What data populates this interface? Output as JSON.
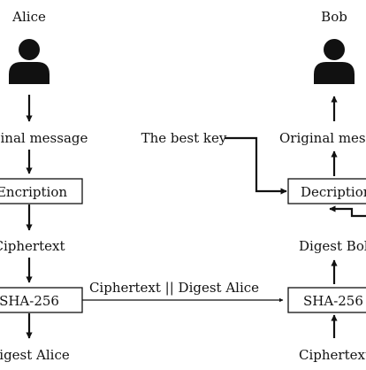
{
  "alice": {
    "name": "Alice",
    "message": "Original message",
    "encryption": "Encription",
    "ciphertext": "Ciphertext",
    "hash": "SHA-256",
    "digest": "Digest Alice"
  },
  "bob": {
    "name": "Bob",
    "message": "Original message",
    "decryption": "Decription",
    "digest": "Digest Bob",
    "hash": "SHA-256",
    "ciphertext": "Ciphertext"
  },
  "key": "The best key",
  "transfer": "Ciphertext || Digest Alice"
}
